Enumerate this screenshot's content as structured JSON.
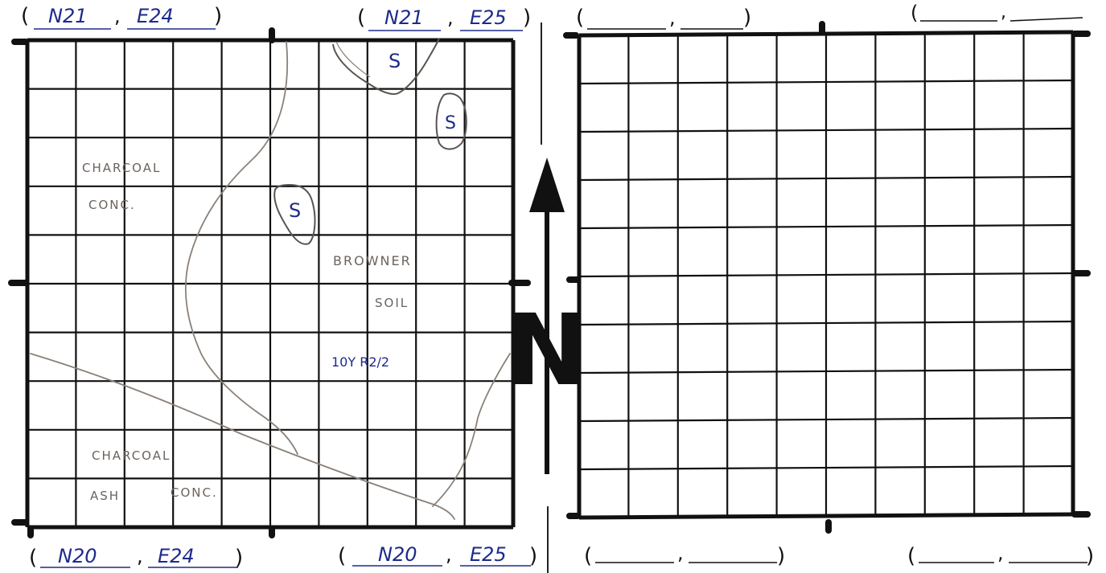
{
  "left_grid": {
    "corners": {
      "top_left": {
        "north": "N21",
        "east": "E24"
      },
      "top_right": {
        "north": "N21",
        "east": "E25"
      },
      "bottom_left": {
        "north": "N20",
        "east": "E24"
      },
      "bottom_right": {
        "north": "N20",
        "east": "E25"
      }
    },
    "stones": [
      {
        "label": "S"
      },
      {
        "label": "S"
      },
      {
        "label": "S"
      }
    ],
    "annotations": {
      "charcoal_conc_1": "CHARCOAL",
      "charcoal_conc_2": "CONC.",
      "browner_soil_1": "BROWNER",
      "browner_soil_2": "SOIL",
      "munsell": "10Y R2/2",
      "charcoal_ash_1": "CHARCOAL",
      "charcoal_ash_2": "ASH",
      "charcoal_ash_3": "CONC."
    }
  },
  "north_arrow": {
    "label": "N"
  },
  "right_grid": {
    "corners": {
      "top_left": {
        "north": "",
        "east": ""
      },
      "top_right": {
        "north": "",
        "east": ""
      },
      "bottom_left": {
        "north": "",
        "east": ""
      },
      "bottom_right": {
        "north": "",
        "east": ""
      }
    }
  },
  "colors": {
    "ink_blue": "#1d2a8c",
    "pencil": "#6b635d",
    "grid": "#111111"
  }
}
